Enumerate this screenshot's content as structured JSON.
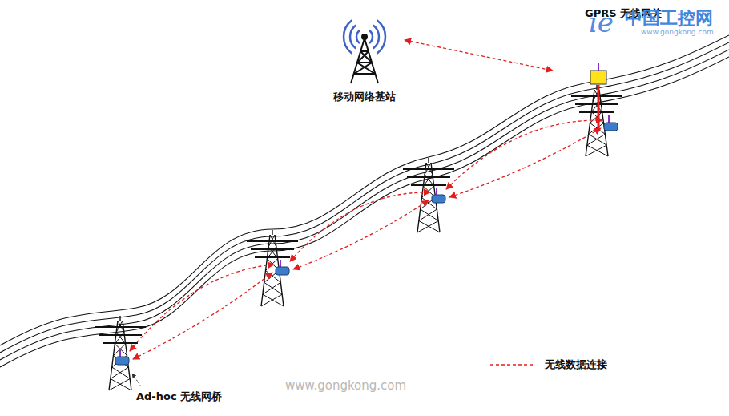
{
  "diagram": {
    "nodes": [
      {
        "text": [
          "移动网络基站"
        ]
      },
      {
        "text": [
          "GPRS 无线网关"
        ]
      }
    ],
    "edges": [
      {
        "from": 0,
        "to": 1,
        "arrow": "both"
      }
    ],
    "labels": [
      "Ad-hoc 无线网桥",
      "中国工控网",
      "www.gongkong.com",
      "www.gongkong.com"
    ],
    "legend": [
      {
        "text": "无线数据连接"
      }
    ]
  }
}
